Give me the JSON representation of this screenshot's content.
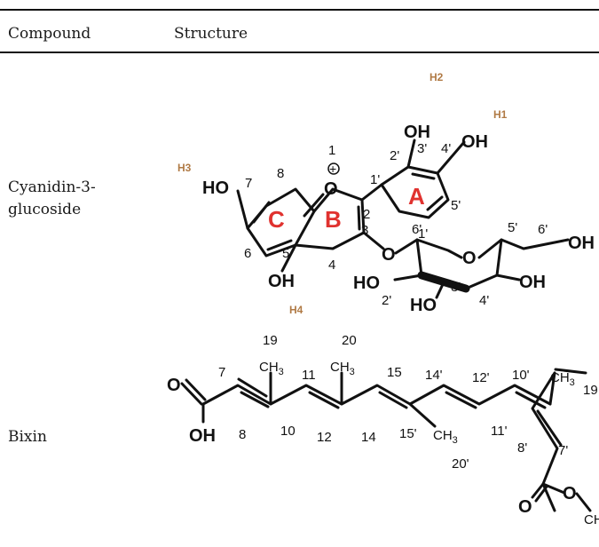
{
  "table": {
    "headers": [
      "Compound",
      "Structure"
    ],
    "rows": [
      {
        "compound": "Cyanidin-3-glucoside",
        "rings": [
          "A",
          "B",
          "C"
        ],
        "hydroxyl_labels": [
          "H1",
          "H2",
          "H3",
          "H4"
        ],
        "atom_labels": [
          "OH",
          "O",
          "HO",
          "OH",
          "O",
          "O",
          "OH",
          "HO",
          "HO",
          "OH"
        ],
        "numbering": [
          "1",
          "2",
          "3",
          "4",
          "5",
          "6",
          "7",
          "8",
          "1'",
          "2'",
          "3'",
          "4'",
          "5'",
          "6'",
          "1'",
          "2'",
          "3'",
          "4'",
          "5'",
          "6'"
        ],
        "charge": "+"
      },
      {
        "compound": "Bixin",
        "methyl_label": "CH3",
        "atom_labels": [
          "O",
          "OH",
          "O",
          "O"
        ],
        "numbering": [
          "7",
          "8",
          "19",
          "10",
          "11",
          "12",
          "20",
          "14",
          "15",
          "15'",
          "14'",
          "12'",
          "11'",
          "10'",
          "19",
          "20'",
          "8'",
          "7'"
        ]
      }
    ]
  }
}
